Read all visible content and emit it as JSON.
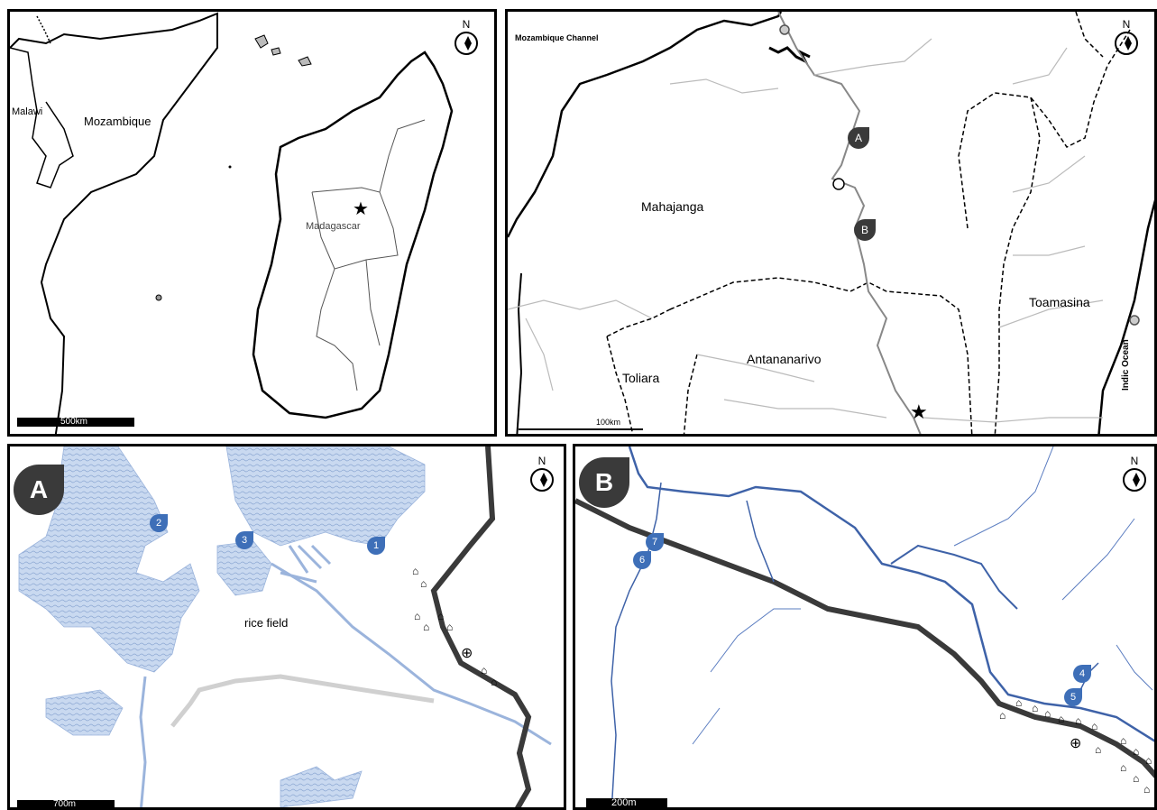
{
  "panel1": {
    "labels": {
      "malawi": "Malawi",
      "mozambique": "Mozambique",
      "madagascar": "Madagascar"
    },
    "scale": "500km",
    "north": "N",
    "star_icon": "star-icon"
  },
  "panel2": {
    "labels": {
      "channel": "Mozambique Channel",
      "mahajanga": "Mahajanga",
      "toamasina": "Toamasina",
      "toliara": "Toliara",
      "antananarivo": "Antananarivo",
      "ocean": "Indic Ocean"
    },
    "markers": {
      "a": "A",
      "b": "B"
    },
    "scale": "100km",
    "north": "N"
  },
  "panelA": {
    "badge": "A",
    "rice": "rice field",
    "pins": [
      "1",
      "2",
      "3"
    ],
    "scale": "700m",
    "north": "N"
  },
  "panelB": {
    "badge": "B",
    "pins": [
      "4",
      "5",
      "6",
      "7"
    ],
    "scale": "200m",
    "north": "N"
  },
  "colors": {
    "water": "#c9d9f0",
    "river": "#3e62a8",
    "road": "#3a3a3a",
    "pin": "#3e6fb8"
  }
}
